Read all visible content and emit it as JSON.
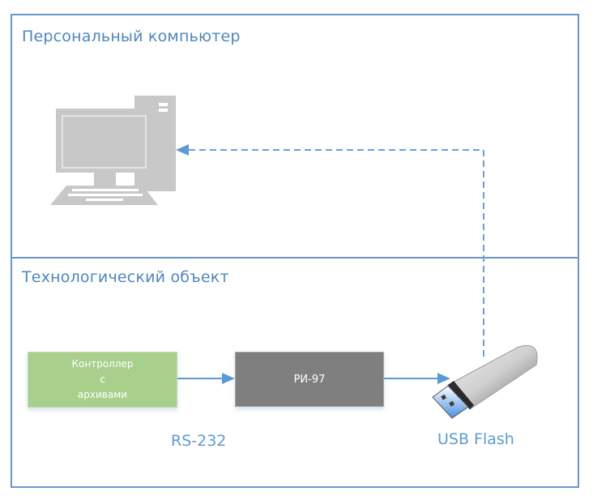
{
  "zones": {
    "pc_title": "Персональный компьютер",
    "object_title": "Технологический объект"
  },
  "nodes": {
    "controller": [
      "Контроллер",
      "с",
      "архивами"
    ],
    "ri97": "РИ-97"
  },
  "labels": {
    "rs232": "RS-232",
    "usb_flash": "USB Flash"
  },
  "icons": {
    "pc": "desktop-computer-icon",
    "usb": "usb-flash-drive-icon"
  },
  "colors": {
    "frame": "#6a97c9",
    "zone_title": "#4f86bf",
    "arrow": "#5b9bd5",
    "controller_fill": "#a9cf8c",
    "ri97_fill": "#7f7f7f",
    "computer_gray": "#c8c8c8"
  }
}
